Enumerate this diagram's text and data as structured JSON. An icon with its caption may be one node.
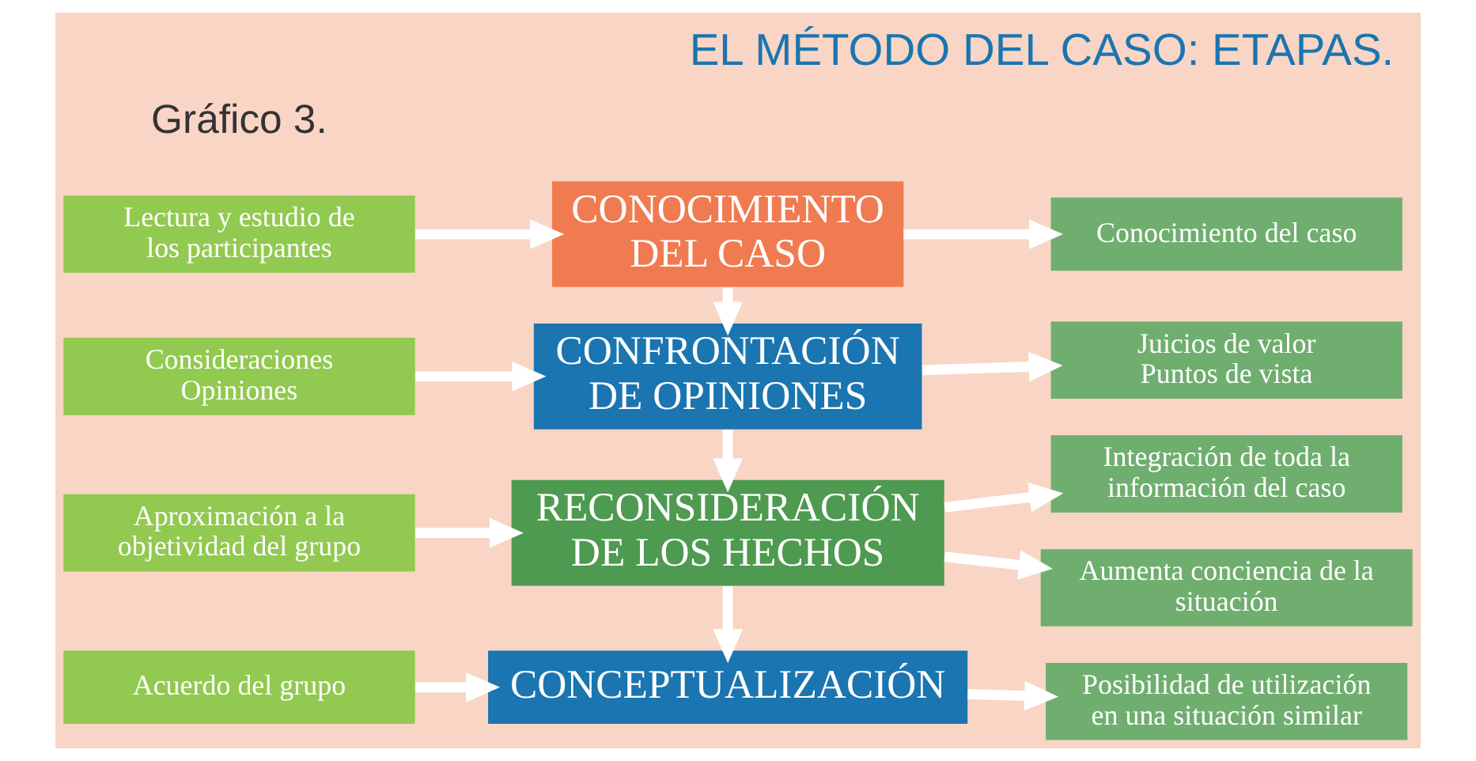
{
  "diagram": {
    "title": "EL MÉTODO DEL CASO: ETAPAS.",
    "nodes": [
      {
        "text": [
          "Lectura y estudio de los participantes"
        ]
      },
      {
        "text": [
          "CONOCIMIENTO DEL CASO"
        ]
      },
      {
        "text": [
          "Conocimiento del caso"
        ]
      },
      {
        "text": [
          "Consideraciones Opiniones"
        ]
      },
      {
        "text": [
          "CONFRONTACIÓN DE OPINIONES"
        ]
      },
      {
        "text": [
          "Juicios de valor Puntos de vista"
        ]
      },
      {
        "text": [
          "Aproximación a la objetividad del grupo"
        ]
      },
      {
        "text": [
          "RECONSIDERACIÓN DE LOS HECHOS"
        ]
      },
      {
        "text": [
          "Aumenta conciencia de la situación"
        ]
      },
      {
        "text": [
          "Integración de toda la información del caso"
        ]
      },
      {
        "text": [
          "Acuerdo del grupo"
        ]
      },
      {
        "text": [
          "CONCEPTUALIZACIÓN"
        ]
      },
      {
        "text": [
          "Posibilidad de utilización en una situación similar"
        ]
      }
    ],
    "edges": [
      {
        "from": 0,
        "to": 1,
        "arrow": "to"
      },
      {
        "from": 1,
        "to": 2,
        "arrow": "to"
      },
      {
        "from": 1,
        "to": 4,
        "arrow": "to"
      },
      {
        "from": 3,
        "to": 4,
        "arrow": "to"
      },
      {
        "from": 4,
        "to": 5,
        "arrow": "to"
      },
      {
        "from": 4,
        "to": 7,
        "arrow": "to"
      },
      {
        "from": 6,
        "to": 7,
        "arrow": "to"
      },
      {
        "from": 7,
        "to": 8,
        "arrow": "to"
      },
      {
        "from": 7,
        "to": 9,
        "arrow": "to"
      },
      {
        "from": 7,
        "to": 11,
        "arrow": "to"
      },
      {
        "from": 10,
        "to": 11,
        "arrow": "to"
      },
      {
        "from": 11,
        "to": 12,
        "arrow": "to"
      }
    ],
    "labels": [
      "Gráfico 3."
    ]
  }
}
